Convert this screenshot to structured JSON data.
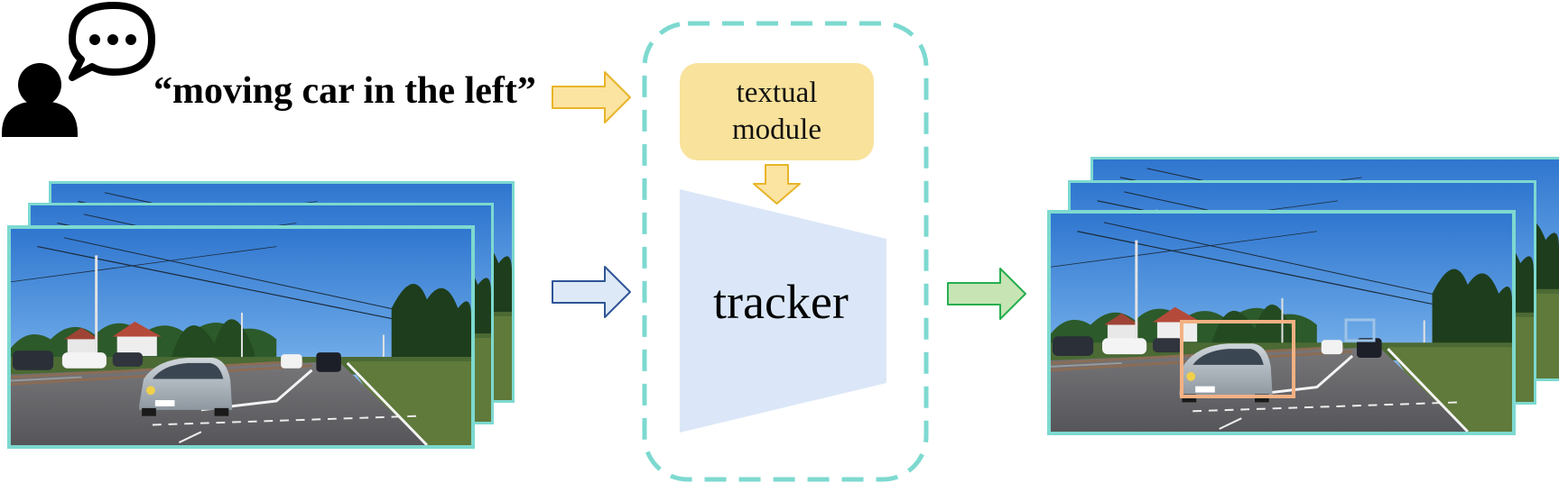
{
  "query": {
    "text": "“moving car in the left”"
  },
  "textual_module": {
    "label": "textual module"
  },
  "tracker": {
    "label": "tracker"
  },
  "colors": {
    "frame_border": "#7dd9d0",
    "dashed_border": "#7dd9d0",
    "text_arrow_fill": "#fbe3a1",
    "text_arrow_stroke": "#e8b429",
    "video_arrow_fill": "#dde9f6",
    "video_arrow_stroke": "#2f5597",
    "output_arrow_fill": "#c7e4b5",
    "output_arrow_stroke": "#27ae4f",
    "tracker_fill": "#dbe7f8",
    "textual_module_fill": "#f9e29b",
    "bbox_main": "#f4b183",
    "bbox_small": "#9dc3e6"
  },
  "icons": {
    "user": "user-icon",
    "speech": "speech-bubble-icon"
  }
}
